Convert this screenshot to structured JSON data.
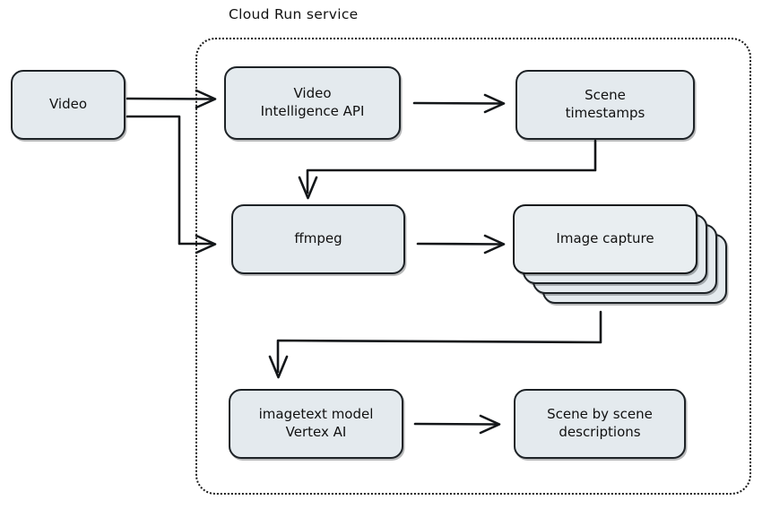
{
  "diagram": {
    "title": "Cloud Run service",
    "theme": {
      "node_fill": "#e4eaee",
      "node_stroke": "#1d2226",
      "container_stroke": "#1a1a1a",
      "text_color": "#111111",
      "background": "#ffffff"
    },
    "container": {
      "label": "Cloud Run service",
      "style": "dotted-rounded-rectangle"
    },
    "nodes": [
      {
        "id": "video",
        "label": "Video",
        "lines": [
          "Video"
        ],
        "style": "rounded-box",
        "inside_container": false
      },
      {
        "id": "video-intel-api",
        "label": "Video Intelligence API",
        "lines": [
          "Video",
          "Intelligence API"
        ],
        "style": "rounded-box",
        "inside_container": true
      },
      {
        "id": "scene-timestamps",
        "label": "Scene timestamps",
        "lines": [
          "Scene",
          "timestamps"
        ],
        "style": "rounded-box",
        "inside_container": true
      },
      {
        "id": "ffmpeg",
        "label": "ffmpeg",
        "lines": [
          "ffmpeg"
        ],
        "style": "rounded-box",
        "inside_container": true
      },
      {
        "id": "image-capture",
        "label": "Image capture",
        "lines": [
          "Image",
          "capture"
        ],
        "style": "stacked-cards",
        "inside_container": true,
        "stack_count": 4
      },
      {
        "id": "imagetext-model",
        "label": "imagetext model Vertex AI",
        "lines": [
          "imagetext model",
          "Vertex AI"
        ],
        "style": "rounded-box",
        "inside_container": true
      },
      {
        "id": "scene-desc",
        "label": "Scene by scene descriptions",
        "lines": [
          "Scene by scene",
          "descriptions"
        ],
        "style": "rounded-box",
        "inside_container": true
      }
    ],
    "edges": [
      {
        "from": "video",
        "to": "video-intel-api",
        "shape": "straight",
        "arrow": "open-v"
      },
      {
        "from": "video",
        "to": "ffmpeg",
        "shape": "elbow",
        "arrow": "open-v"
      },
      {
        "from": "video-intel-api",
        "to": "scene-timestamps",
        "shape": "straight",
        "arrow": "open-v"
      },
      {
        "from": "scene-timestamps",
        "to": "ffmpeg",
        "shape": "elbow",
        "arrow": "open-v"
      },
      {
        "from": "ffmpeg",
        "to": "image-capture",
        "shape": "straight",
        "arrow": "open-v"
      },
      {
        "from": "image-capture",
        "to": "imagetext-model",
        "shape": "elbow",
        "arrow": "open-v"
      },
      {
        "from": "imagetext-model",
        "to": "scene-desc",
        "shape": "straight",
        "arrow": "open-v"
      }
    ]
  }
}
